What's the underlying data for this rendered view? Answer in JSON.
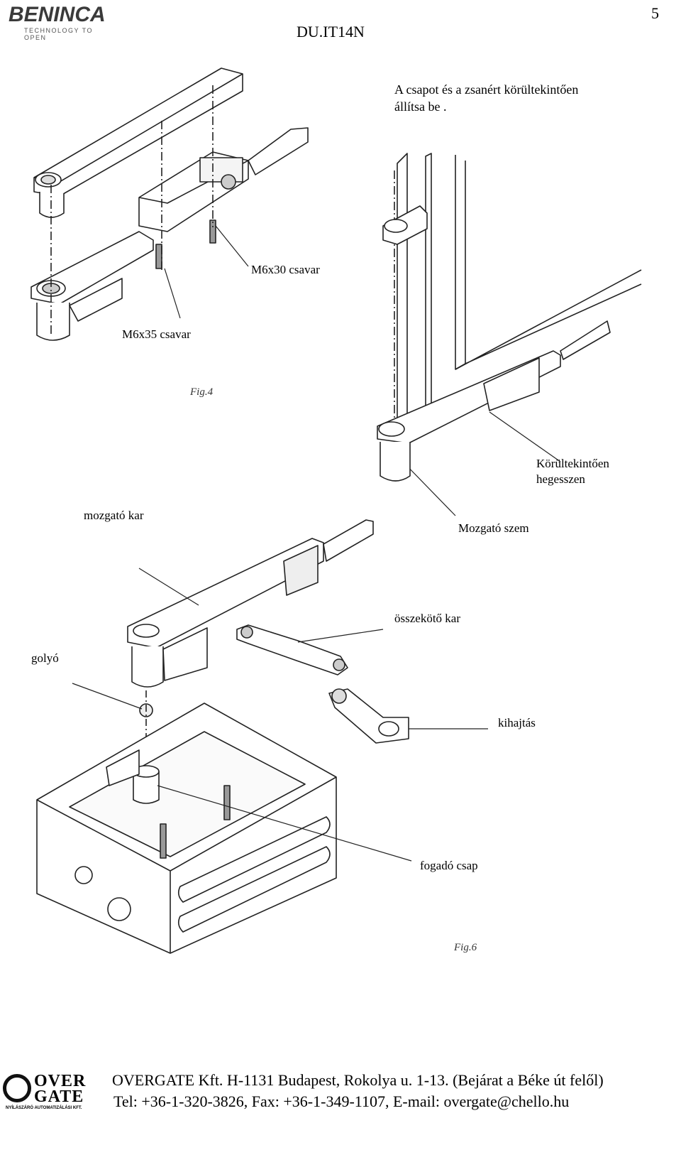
{
  "header": {
    "brand": "BENINCA",
    "brand_tagline": "TECHNOLOGY TO OPEN",
    "doc_code": "DU.IT14N",
    "page_number": "5"
  },
  "figure4": {
    "caption": "Fig.4",
    "note_line1": "A csapot és a zsanért körültekintően",
    "note_line2": "állítsa be .",
    "label_m6x30": "M6x30 csavar",
    "label_m6x35": "M6x35 csavar",
    "label_weld_line1": "Körültekintően",
    "label_weld_line2": "hegesszen",
    "label_eye": "Mozgató szem"
  },
  "figure6": {
    "caption": "Fig.6",
    "label_arm": "mozgató kar",
    "label_link": "összekötő kar",
    "label_ball": "golyó",
    "label_bracket": "kihajtás",
    "label_pin": "fogadó csap"
  },
  "footer": {
    "logo_top": "OVER",
    "logo_bottom": "GATE",
    "logo_tagline": "NYÍLÁSZÁRÓ AUTOMATIZÁLÁSI KFT.",
    "line1": "OVERGATE Kft. H-1131 Budapest, Rokolya u. 1-13. (Bejárat a Béke út felől)",
    "line2": "Tel: +36-1-320-3826, Fax: +36-1-349-1107, E-mail: overgate@chello.hu"
  }
}
